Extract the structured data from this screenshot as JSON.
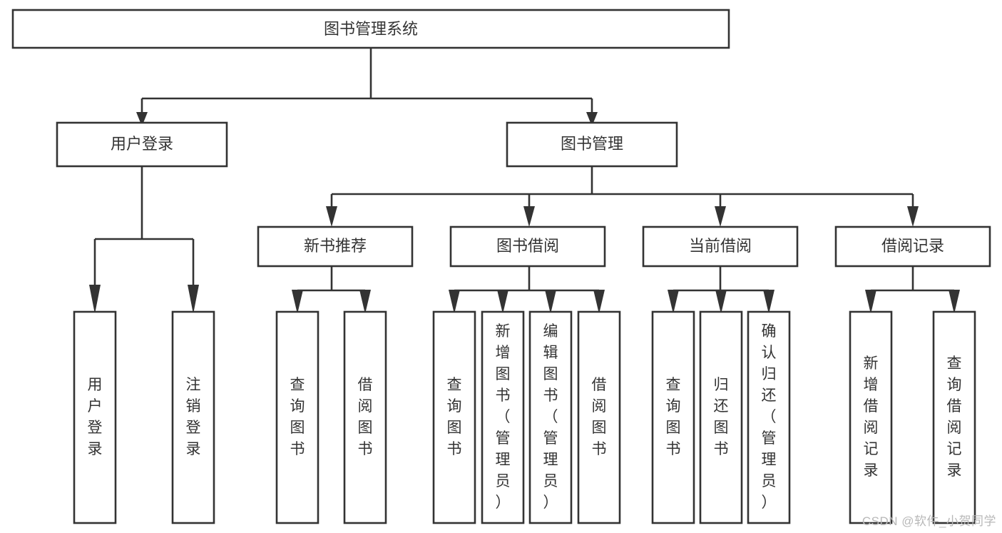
{
  "diagram": {
    "type": "tree",
    "title": "图书管理系统",
    "watermark": "CSDN @软件_小贺同学",
    "colors": {
      "stroke": "#333333",
      "fill": "#ffffff",
      "text": "#333333",
      "watermark": "#b8b8b8",
      "background": "#ffffff"
    },
    "levels": [
      {
        "level": 0,
        "nodes": [
          {
            "id": "root",
            "label": "图书管理系统",
            "orientation": "horizontal"
          }
        ]
      },
      {
        "level": 1,
        "nodes": [
          {
            "id": "login",
            "label": "用户登录",
            "parent": "root",
            "orientation": "horizontal"
          },
          {
            "id": "bookmgmt",
            "label": "图书管理",
            "parent": "root",
            "orientation": "horizontal"
          }
        ]
      },
      {
        "level": 2,
        "nodes": [
          {
            "id": "newbook",
            "label": "新书推荐",
            "parent": "bookmgmt",
            "orientation": "horizontal"
          },
          {
            "id": "borrow",
            "label": "图书借阅",
            "parent": "bookmgmt",
            "orientation": "horizontal"
          },
          {
            "id": "current",
            "label": "当前借阅",
            "parent": "bookmgmt",
            "orientation": "horizontal"
          },
          {
            "id": "records",
            "label": "借阅记录",
            "parent": "bookmgmt",
            "orientation": "horizontal"
          }
        ]
      },
      {
        "level": 3,
        "nodes": [
          {
            "id": "leaf1",
            "label": "用户登录",
            "parent": "login",
            "orientation": "vertical"
          },
          {
            "id": "leaf2",
            "label": "注销登录",
            "parent": "login",
            "orientation": "vertical"
          },
          {
            "id": "leaf3",
            "label": "查询图书",
            "parent": "newbook",
            "orientation": "vertical"
          },
          {
            "id": "leaf4",
            "label": "借阅图书",
            "parent": "newbook",
            "orientation": "vertical"
          },
          {
            "id": "leaf5",
            "label": "查询图书",
            "parent": "borrow",
            "orientation": "vertical"
          },
          {
            "id": "leaf6",
            "label": "新增图书（管理员）",
            "parent": "borrow",
            "orientation": "vertical"
          },
          {
            "id": "leaf7",
            "label": "编辑图书（管理员）",
            "parent": "borrow",
            "orientation": "vertical"
          },
          {
            "id": "leaf8",
            "label": "借阅图书",
            "parent": "borrow",
            "orientation": "vertical"
          },
          {
            "id": "leaf9",
            "label": "查询图书",
            "parent": "current",
            "orientation": "vertical"
          },
          {
            "id": "leaf10",
            "label": "归还图书",
            "parent": "current",
            "orientation": "vertical"
          },
          {
            "id": "leaf11",
            "label": "确认归还（管理员）",
            "parent": "current",
            "orientation": "vertical"
          },
          {
            "id": "leaf12",
            "label": "新增借阅记录",
            "parent": "records",
            "orientation": "vertical"
          },
          {
            "id": "leaf13",
            "label": "查询借阅记录",
            "parent": "records",
            "orientation": "vertical"
          }
        ]
      }
    ]
  }
}
